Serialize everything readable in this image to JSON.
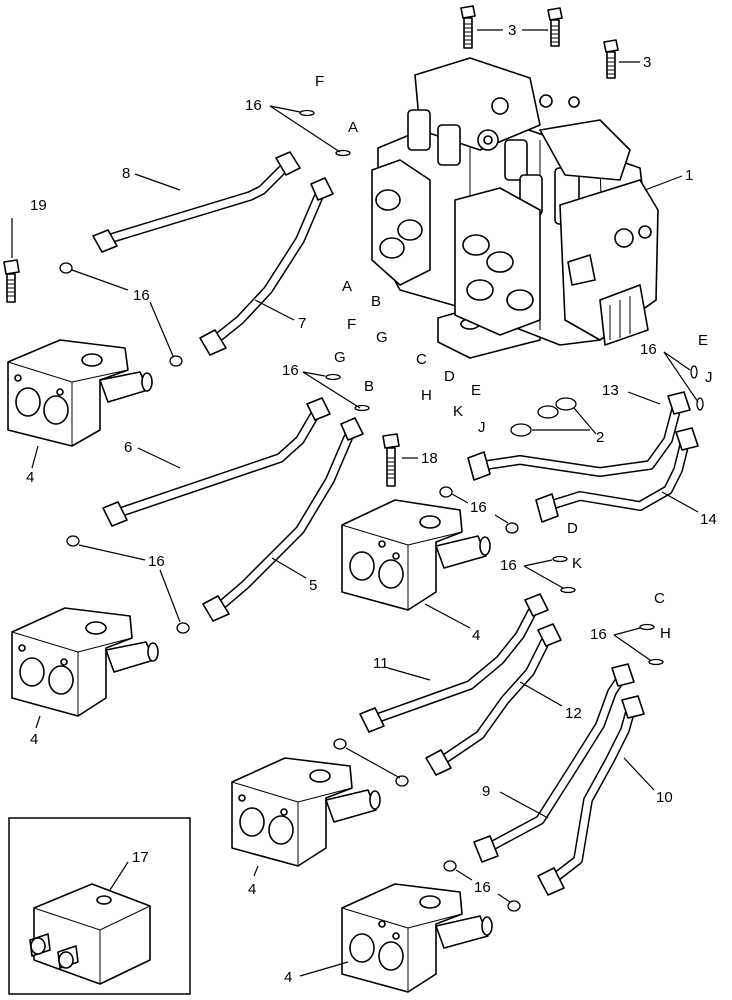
{
  "callouts": {
    "c1": "1",
    "c2": "2",
    "c3a": "3",
    "c3b": "3",
    "c4a": "4",
    "c4b": "4",
    "c4c": "4",
    "c4d": "4",
    "c4e": "4",
    "c5": "5",
    "c6": "6",
    "c7": "7",
    "c8": "8",
    "c9": "9",
    "c10": "10",
    "c11": "11",
    "c12": "12",
    "c13": "13",
    "c14": "14",
    "c16a": "16",
    "c16b": "16",
    "c16c": "16",
    "c16d": "16",
    "c16e": "16",
    "c16f": "16",
    "c16g": "16",
    "c16h": "16",
    "c16i": "16",
    "c17": "17",
    "c18": "18",
    "c19": "19"
  },
  "port_letters": {
    "f1": "F",
    "a1": "A",
    "a2": "A",
    "b2": "B",
    "f2": "F",
    "g2": "G",
    "g3": "G",
    "b3": "B",
    "c2": "C",
    "d2": "D",
    "h2": "H",
    "e2": "E",
    "k2": "K",
    "j2": "J",
    "e1": "E",
    "j1": "J",
    "d1": "D",
    "k1": "K",
    "c1": "C",
    "h1": "H"
  }
}
